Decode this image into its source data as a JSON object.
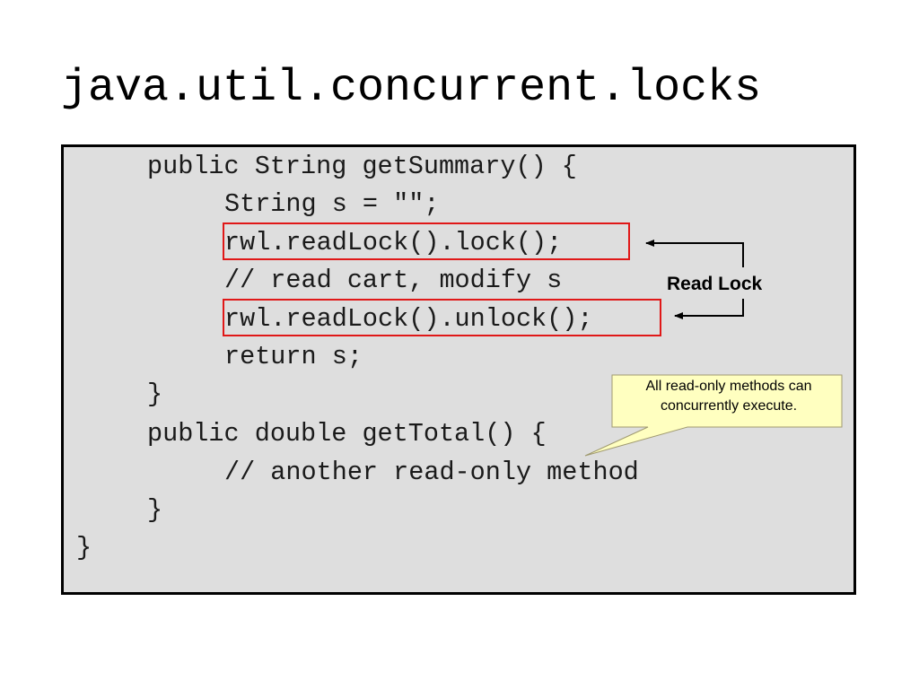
{
  "slide": {
    "title": "java.util.concurrent.locks"
  },
  "code": {
    "lines": [
      "public String getSummary() {",
      "String s = \"\";",
      "rwl.readLock().lock();",
      "// read cart, modify s",
      "rwl.readLock().unlock();",
      "return s;",
      "}",
      "public double getTotal() {",
      "// another read-only method",
      "}",
      "}"
    ]
  },
  "annotations": {
    "read_lock_label": "Read Lock",
    "callout_text": "All read-only methods can concurrently execute."
  },
  "colors": {
    "code_background": "#dedede",
    "highlight_border": "#e01818",
    "callout_fill": "#ffffc0"
  }
}
